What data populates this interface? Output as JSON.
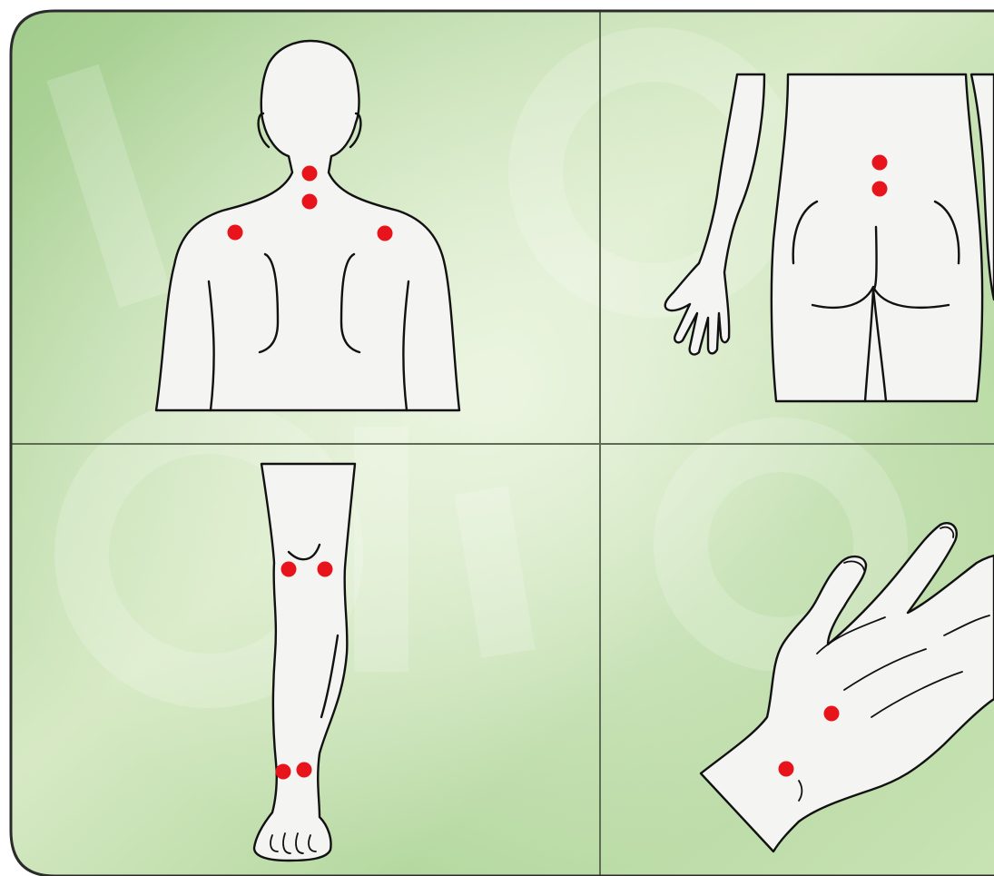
{
  "colors": {
    "background_light": "#e8f2da",
    "background_green": "#aed49a",
    "divider": "#5e6b55",
    "border": "#2b2b2b",
    "skin": "#f4f4f2",
    "outline": "#111111",
    "marker": "#e8141c"
  },
  "panels": [
    {
      "name": "back-neck-shoulders",
      "markers": 4
    },
    {
      "name": "lower-back-hips",
      "markers": 2
    },
    {
      "name": "leg-knee-ankle",
      "markers": 4
    },
    {
      "name": "hand-wrist",
      "markers": 2
    }
  ]
}
